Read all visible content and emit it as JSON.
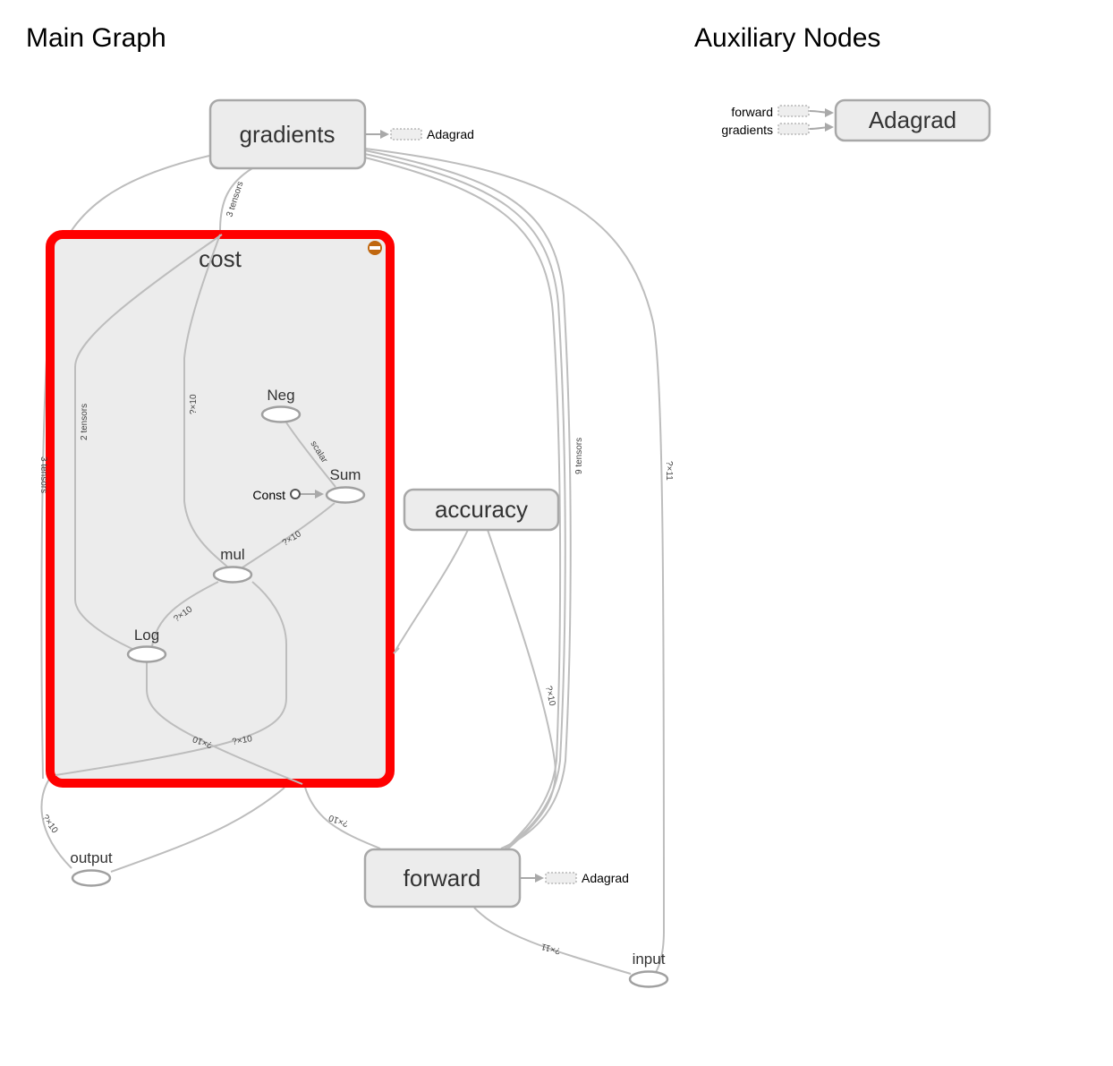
{
  "titles": {
    "main_graph": "Main Graph",
    "auxiliary_nodes": "Auxiliary Nodes"
  },
  "nodes": {
    "gradients": "gradients",
    "cost": "cost",
    "accuracy": "accuracy",
    "forward": "forward",
    "neg": "Neg",
    "sum": "Sum",
    "const": "Const",
    "mul": "mul",
    "log": "Log",
    "output": "output",
    "input": "input",
    "adagrad": "Adagrad"
  },
  "refs": {
    "gradients_to": "Adagrad",
    "forward_to": "Adagrad",
    "aux_forward": "forward",
    "aux_gradients": "gradients"
  },
  "edge_labels": {
    "three_tensors": "3 tensors",
    "two_tensors": "2 tensors",
    "nine_tensors": "9 tensors",
    "mul_left": "?×10",
    "neg_sum": "scalar",
    "sum_mul": "?×10",
    "mul_log": "?×10",
    "log_forward": "?×10",
    "mul_forward": "?×10",
    "accuracy_forward": "?×10",
    "gradients_input": "?×11",
    "output_left": "?×10",
    "forward_left": "?×10",
    "forward_input": "?×11",
    "left_outer": "3 tensors"
  },
  "colors": {
    "highlight": "#ff0000",
    "node_fill": "#ececec",
    "node_stroke": "#a8a8a8",
    "edge": "#bdbdbd",
    "collapse_button": "#c0670f"
  }
}
